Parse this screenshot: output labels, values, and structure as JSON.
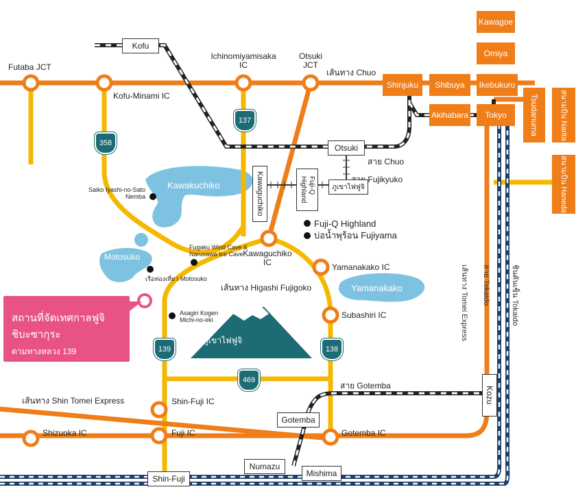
{
  "colors": {
    "road": "#ef7d18",
    "road_yellow": "#f5b800",
    "rail": "#222222",
    "jr": "#1b3f6b",
    "lake": "#7ec2e2",
    "mountain": "#1d6b74",
    "callout": "#e95384"
  },
  "junctions": {
    "futaba": "Futaba JCT",
    "kofu_minami": "Kofu-Minami IC",
    "ichinomiyamisaka": "Ichinomiyamisaka\nIC",
    "otsuki_jct": "Otsuki\nJCT",
    "kawaguchiko": "Kawaguchiko\nIC",
    "yamanakako": "Yamanakako IC",
    "subashiri": "Subashiri IC",
    "shin_fuji": "Shin-Fuji IC",
    "fuji": "Fuji IC",
    "shizuoka": "Shizuoka IC",
    "gotemba": "Gotemba IC"
  },
  "routes": {
    "r137": "137",
    "r358": "358",
    "r139": "139",
    "r138": "138",
    "r469": "469"
  },
  "line_labels": {
    "chuo_exp": "เส้นทาง Chuo",
    "chuo_line": "สาย Chuo",
    "fujikyuko": "สาย Fujikyuko",
    "higashi_fujigoko": "เส้นทาง Higashi Fujigoko",
    "gotemba_line": "สาย Gotemba",
    "shin_tomei": "เส้นทาง Shin Tomei Express",
    "tomei": "เส้นทาง Tomei Express",
    "tokaido_line": "สาย Tokaido",
    "shinkansen": "ชินคันเซ็น Tokaido"
  },
  "stations": {
    "kofu": "Kofu",
    "otsuki": "Otsuki",
    "kawaguchiko": "Kawaguchiko",
    "fujiq": "Fuji-Q\nHighland",
    "fujisan": "ภูเขาไฟฟูจิ",
    "gotemba": "Gotemba",
    "numazu": "Numazu",
    "mishima": "Mishima",
    "shin_fuji": "Shin-Fuji",
    "kozu": "Kozu"
  },
  "tokyo_boxes": {
    "kawagoe": "Kawagoe",
    "omiya": "Omiya",
    "shinjuku": "Shinjuku",
    "shibuya": "Shibuya",
    "ikebukuro": "Ikebukuro",
    "akihabara": "Akihabara",
    "tokyo": "Tokyo",
    "tsudanuma": "Tsudanuma",
    "narita": "สนามบิน Narita",
    "haneda": "สนามบิน Haneda"
  },
  "lakes": {
    "kawakuchiko": "Kawakuchiko",
    "motosuko": "Motosuko",
    "yamanakako": "Yamanakako"
  },
  "poi": {
    "saiko": "Saiko Iyashi-no-Sato\nNemba",
    "fugaku": "Fugaku Wind Cave &\nNarusawa Ice Cave",
    "motosuko_boat": "เรือท่องเที่ยว Motosuko",
    "asagiri": "Asagiri Kogen\nMichi-no-eki",
    "fujiq_highland": "Fuji-Q Highland",
    "fujiyama_onsen": "บ่อน้ำพุร้อน Fujiyama"
  },
  "mountain_label": "ภูเขาไฟฟูจิ",
  "callout": {
    "line1": "สถานที่จัดเทศกาลฟูจิ",
    "line2": "ชิบะซากุระ",
    "line3": "ตามทางหลวง 139"
  }
}
